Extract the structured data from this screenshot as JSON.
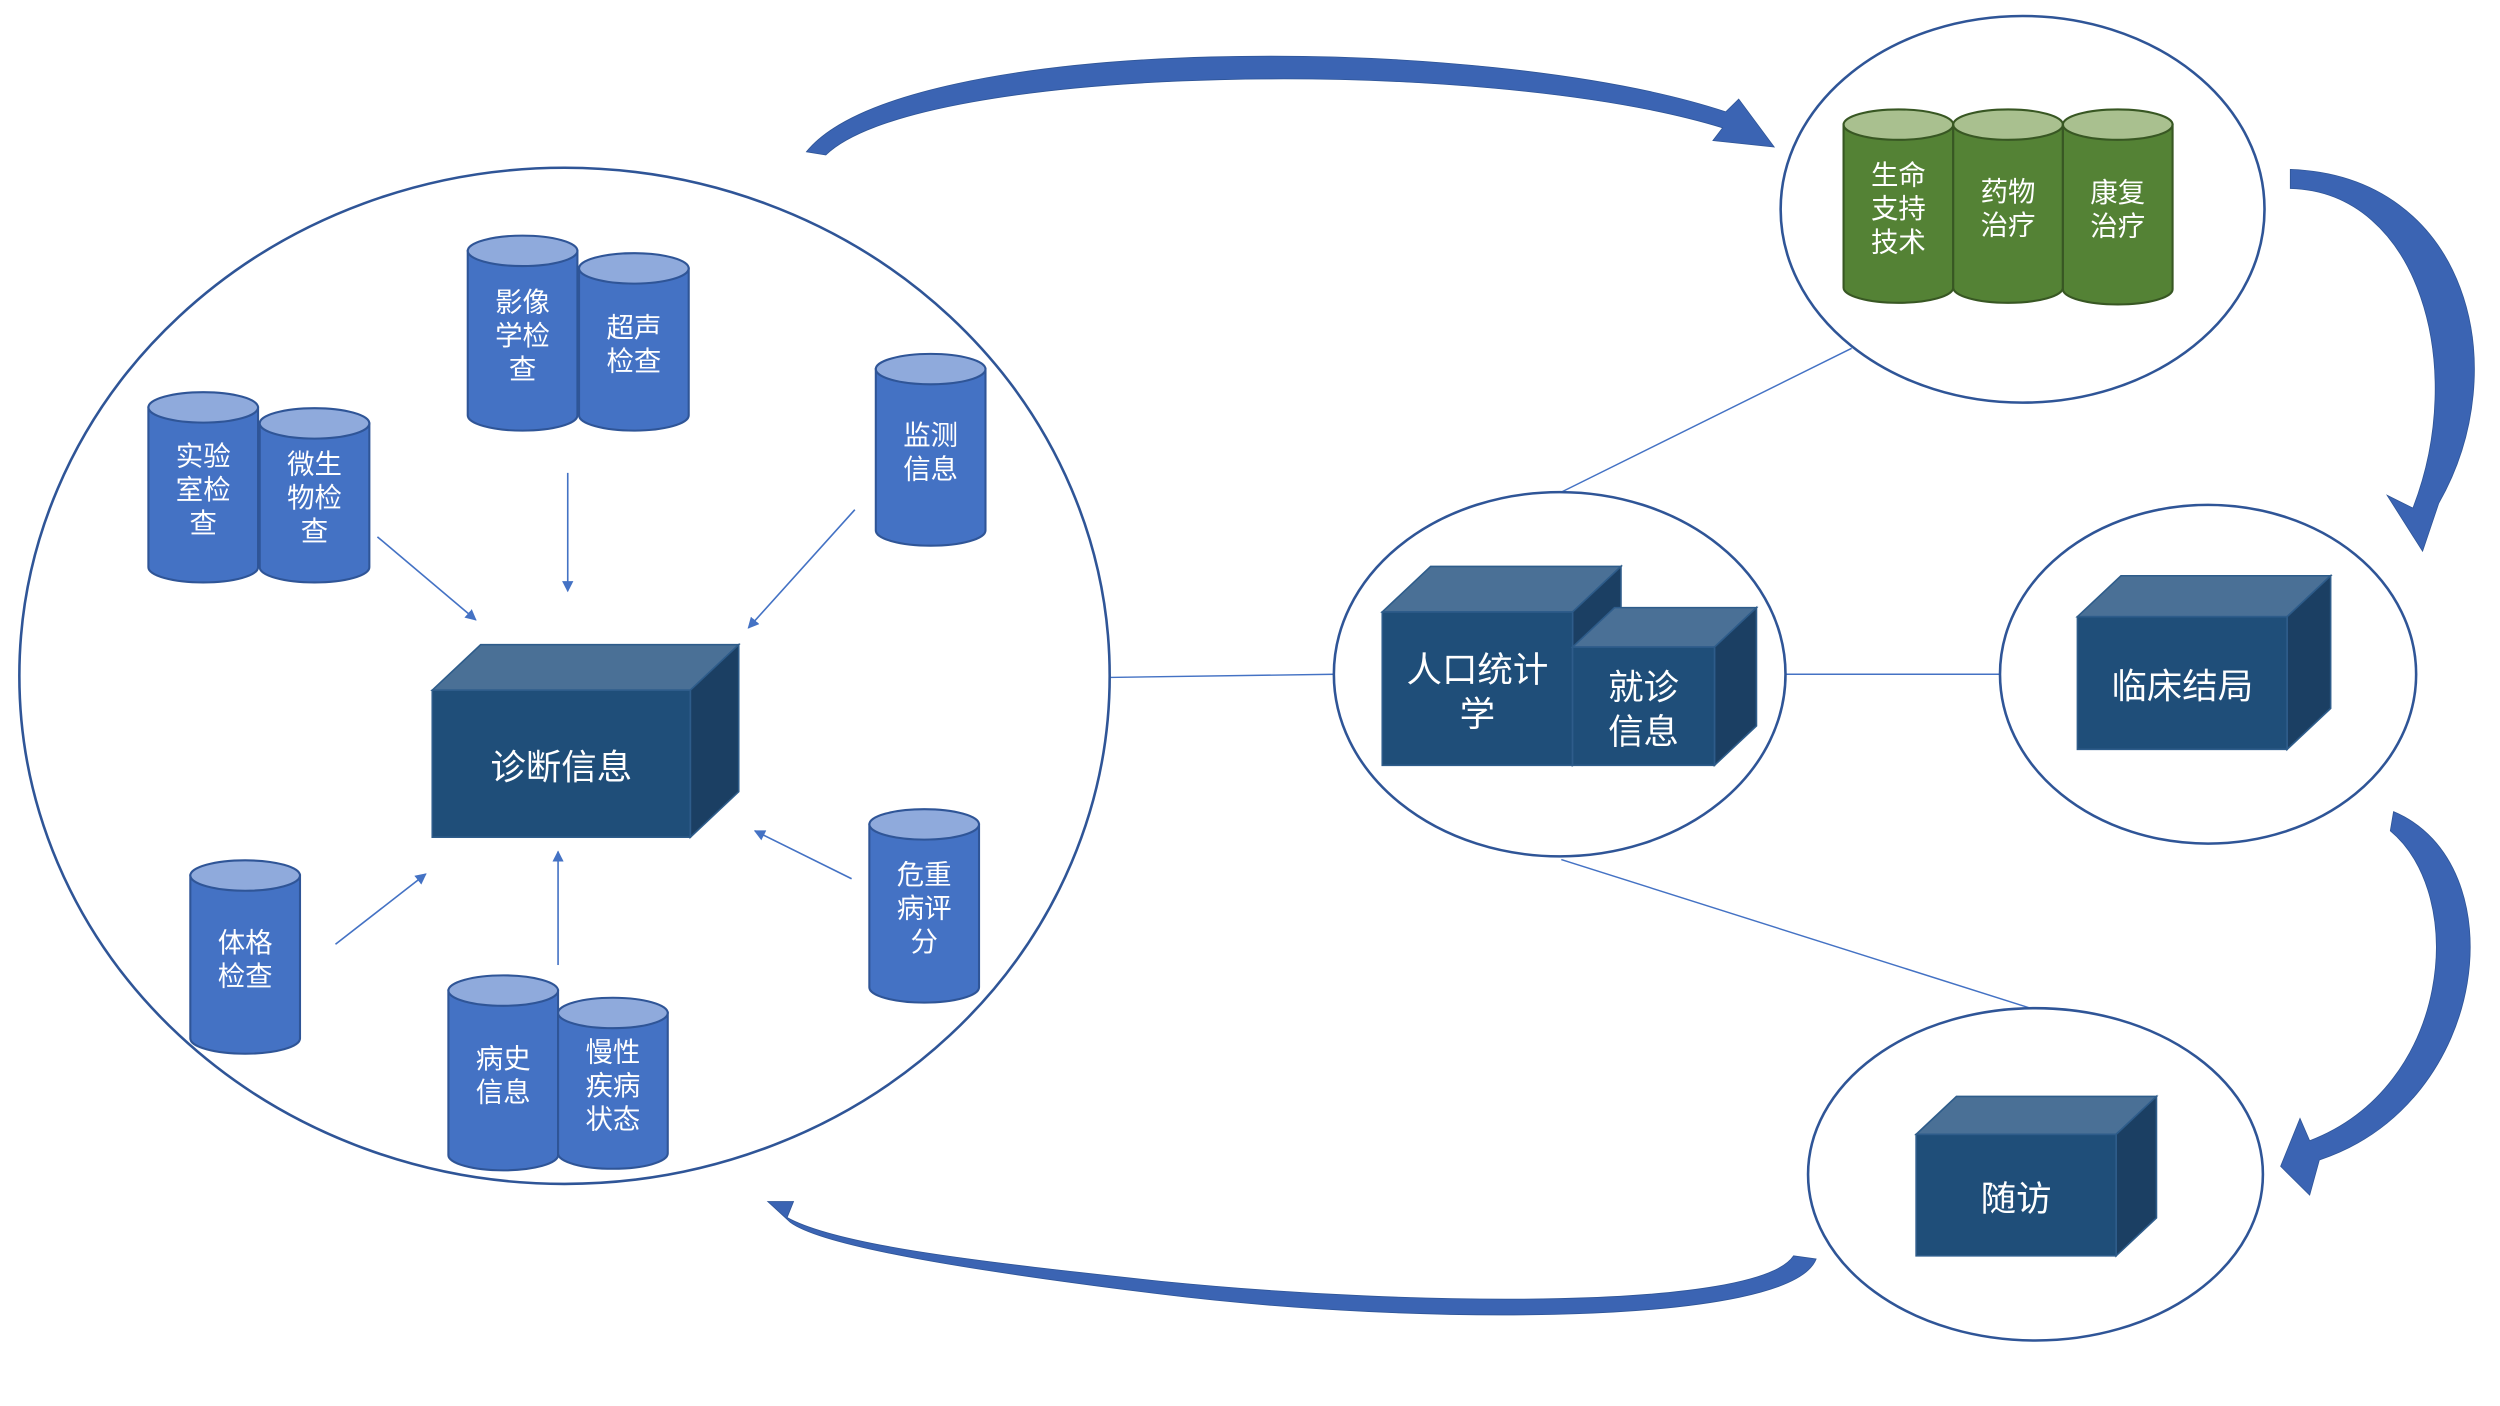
{
  "diagram": {
    "title": "",
    "colors": {
      "box_front": "#1F4E79",
      "box_top": "#4A7096",
      "box_side": "#1B3F63",
      "blue_cylinder": "#4472C4",
      "blue_cylinder_top": "#8FAADC",
      "green_cylinder": "#548235",
      "green_cylinder_top": "#A9C08F",
      "outline": "#2F5597"
    },
    "diagnosis_group": {
      "center": {
        "label": "诊断信息"
      },
      "sources": [
        {
          "label_lines": [
            "实验",
            "室检",
            "查"
          ]
        },
        {
          "label_lines": [
            "微生",
            "物检",
            "查"
          ]
        },
        {
          "label_lines": [
            "影像",
            "学检",
            "查"
          ]
        },
        {
          "label_lines": [
            "超声",
            "检查"
          ]
        },
        {
          "label_lines": [
            "监测",
            "信息"
          ]
        },
        {
          "label_lines": [
            "体格",
            "检查"
          ]
        },
        {
          "label_lines": [
            "病史",
            "信息"
          ]
        },
        {
          "label_lines": [
            "慢性",
            "疾病",
            "状态"
          ]
        },
        {
          "label_lines": [
            "危重",
            "病评",
            "分"
          ]
        }
      ]
    },
    "treatment_group": {
      "items": [
        {
          "label_lines": [
            "生命",
            "支持",
            "技术"
          ]
        },
        {
          "label_lines": [
            "药物",
            "治疗"
          ]
        },
        {
          "label_lines": [
            "康复",
            "治疗"
          ]
        }
      ]
    },
    "hub_group": {
      "demographics": {
        "label_lines": [
          "人口统计",
          "学"
        ]
      },
      "visit_info": {
        "label_lines": [
          "就诊",
          "信息"
        ]
      }
    },
    "outcome_group": {
      "label": "临床结局"
    },
    "followup_group": {
      "label": "随访"
    }
  }
}
